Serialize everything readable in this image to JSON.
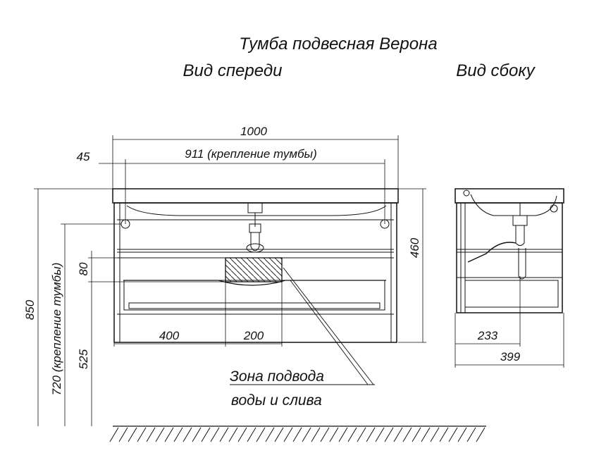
{
  "title": "Тумба подвесная Верона",
  "views": {
    "front": "Вид спереди",
    "side": "Вид сбоку"
  },
  "dimensions": {
    "total_width": "1000",
    "mount_width": "911 (крепление тумбы)",
    "offset": "45",
    "height_cabinet": "460",
    "height_80": "80",
    "total_height": "850",
    "mount_height": "720 (крепление тумбы)",
    "height_525": "525",
    "left_400": "400",
    "zone_200": "200",
    "side_233": "233",
    "side_depth": "399"
  },
  "zone_label": {
    "line1": "Зона подвода",
    "line2": "воды и слива"
  },
  "colors": {
    "line": "#111111",
    "background": "#ffffff"
  }
}
